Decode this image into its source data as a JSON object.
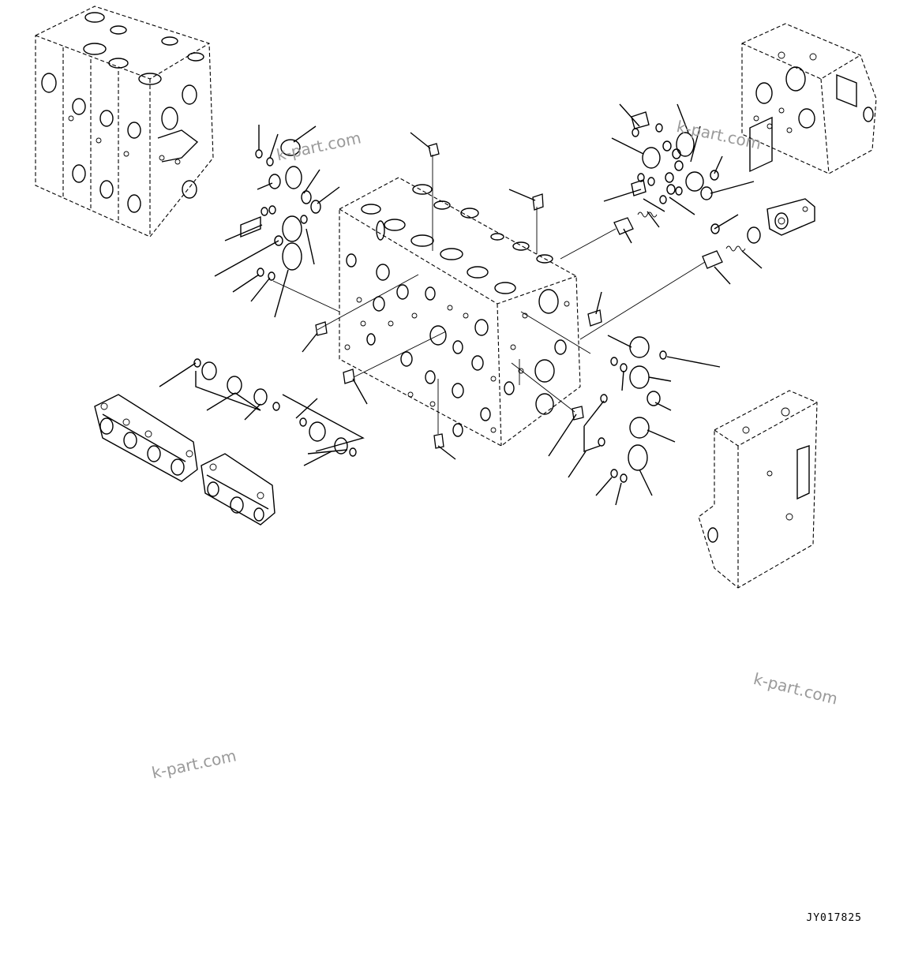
{
  "drawing": {
    "id": "JY017825"
  },
  "watermarks": [
    "k-part.com",
    "k-part.com",
    "k-part.com"
  ]
}
